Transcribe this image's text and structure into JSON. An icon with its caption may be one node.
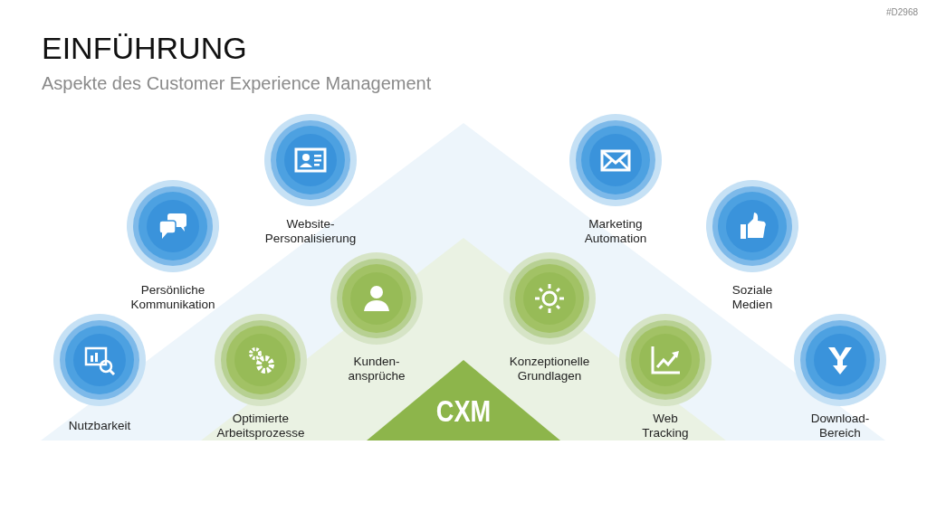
{
  "diagram": {
    "title": "EINFÜHRUNG",
    "nodes": [
      {
        "text": [
          "Nutzbarkeit"
        ]
      },
      {
        "text": [
          "Persönliche Kommunikation"
        ]
      },
      {
        "text": [
          "Website- Personalisierung"
        ]
      },
      {
        "text": [
          "Optimierte Arbeitsprozesse"
        ]
      },
      {
        "text": [
          "Kunden- ansprüche"
        ]
      },
      {
        "text": [
          "CXM"
        ]
      },
      {
        "text": [
          "Konzeptionelle Grundlagen"
        ]
      },
      {
        "text": [
          "Web Tracking"
        ]
      },
      {
        "text": [
          "Marketing Automation"
        ]
      },
      {
        "text": [
          "Soziale Medien"
        ]
      },
      {
        "text": [
          "Download- Bereich"
        ]
      }
    ],
    "labels": [
      "#D2968",
      "Aspekte des Customer Experience Management"
    ]
  }
}
